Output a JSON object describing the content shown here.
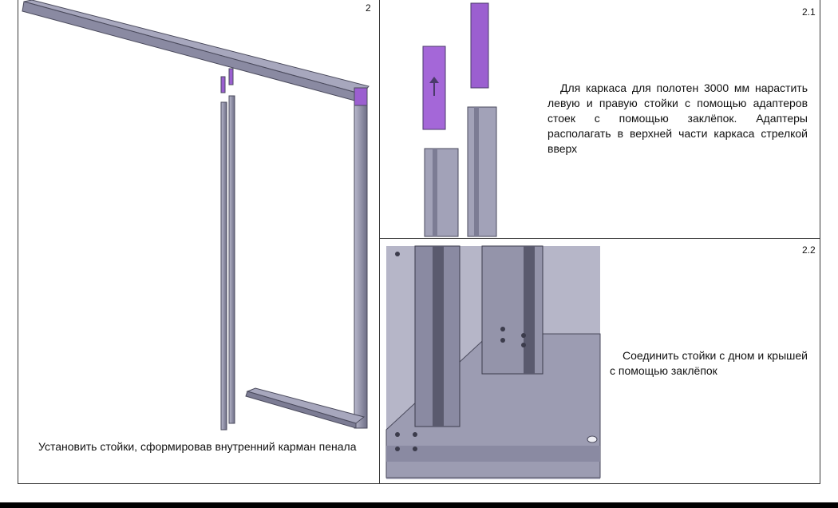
{
  "panel_main": {
    "number": "2",
    "caption": "Установить стойки, сформировав внутренний карман пенала"
  },
  "panel_2_1": {
    "number": "2.1",
    "caption": "Для каркаса для полотен 3000 мм нарастить левую и правую стойки с помощью адаптеров стоек с помощью заклёпок. Адаптеры располагать в верхней части каркаса стрелкой вверх"
  },
  "panel_2_2": {
    "number": "2.2",
    "caption": "Соединить стойки с дном и крышей с помощью заклёпок"
  },
  "colors": {
    "metal": "#9a9ab2",
    "metal_dark": "#5c5c72",
    "adapter": "#9b5fd0",
    "border": "#3a3a3a"
  }
}
